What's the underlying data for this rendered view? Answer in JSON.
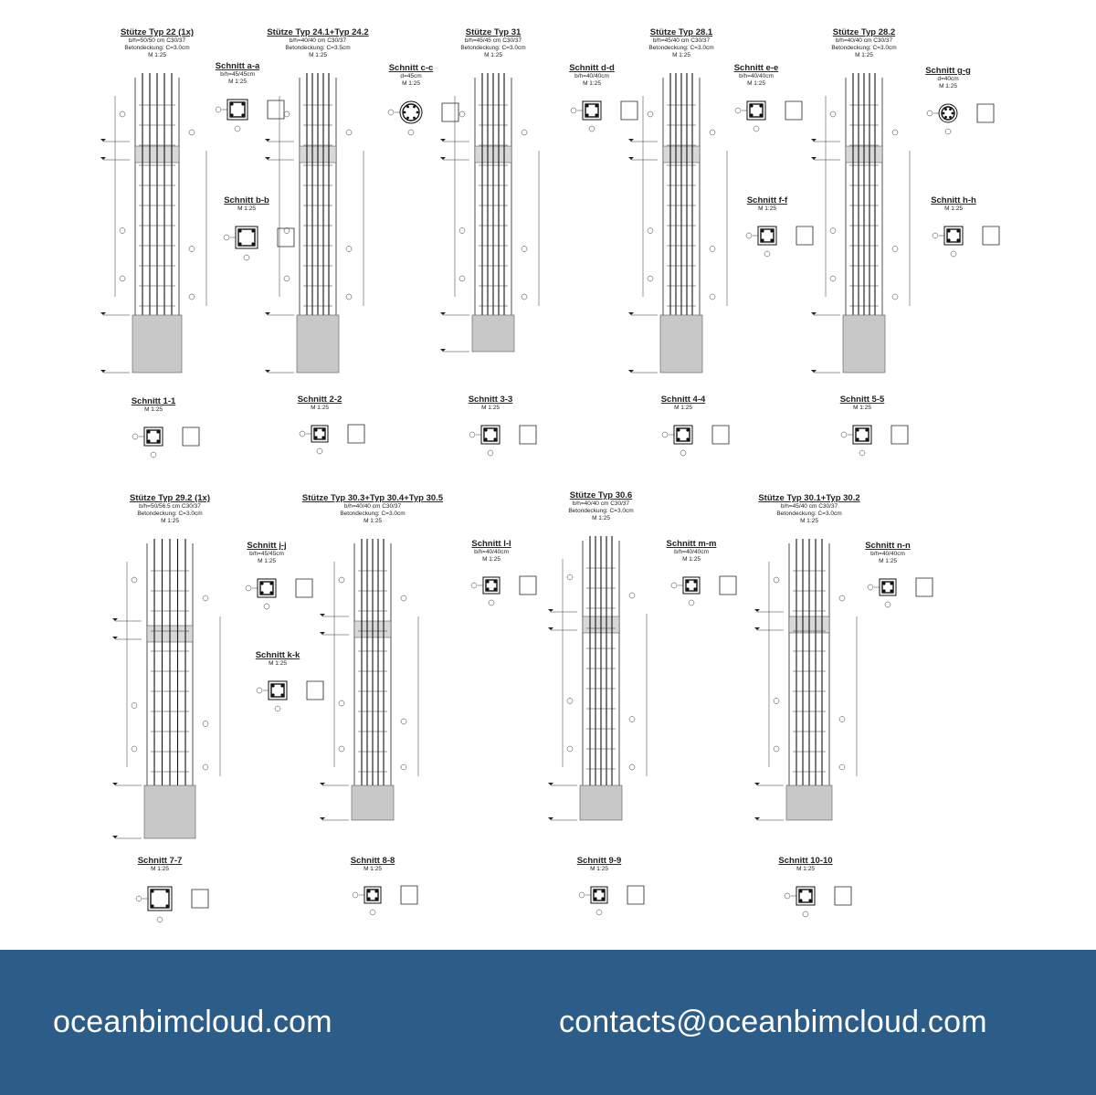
{
  "columns": [
    {
      "title": "Stütze Typ 22 (1x)",
      "lines": [
        "b/h=50/50 cm C30/37",
        "Betondeckung: C=3.0cm",
        "M 1:25"
      ]
    },
    {
      "title": "Stütze Typ 24.1+Typ 24.2",
      "lines": [
        "b/h=40/40 cm C30/37",
        "Betondeckung: C=3.5cm",
        "M 1:25"
      ]
    },
    {
      "title": "Stütze Typ 31",
      "lines": [
        "b/h=45/45 cm C30/37",
        "Betondeckung: C=3.0cm",
        "M 1:25"
      ]
    },
    {
      "title": "Stütze Typ 28.1",
      "lines": [
        "b/h=45/40 cm C30/37",
        "Betondeckung: C=3.0cm",
        "M 1:25"
      ]
    },
    {
      "title": "Stütze Typ 28.2",
      "lines": [
        "b/h=40/40 cm C30/37",
        "Betondeckung: C=3.0cm",
        "M 1:25"
      ]
    },
    {
      "title": "Stütze Typ 29.2 (1x)",
      "lines": [
        "b/h=50/56.5 cm C30/37",
        "Betondeckung: C=3.0cm",
        "M 1:25"
      ]
    },
    {
      "title": "Stütze Typ 30.3+Typ 30.4+Typ 30.5",
      "lines": [
        "b/h=40/40 cm C30/37",
        "Betondeckung: C=3.0cm",
        "M 1:25"
      ]
    },
    {
      "title": "Stütze Typ 30.6",
      "lines": [
        "b/h=40/40 cm C30/37",
        "Betondeckung: C=3.0cm",
        "M 1:25"
      ]
    },
    {
      "title": "Stütze Typ 30.1+Typ 30.2",
      "lines": [
        "b/h=45/40 cm C30/37",
        "Betondeckung: C=3.0cm",
        "M 1:25"
      ]
    }
  ],
  "sections": [
    {
      "title": "Schnitt a-a",
      "lines": [
        "b/h=45/45cm",
        "M 1:25"
      ]
    },
    {
      "title": "Schnitt b-b",
      "lines": [
        "M 1:25"
      ]
    },
    {
      "title": "Schnitt c-c",
      "lines": [
        "d=45cm",
        "M 1:25"
      ]
    },
    {
      "title": "Schnitt d-d",
      "lines": [
        "b/h=40/40cm",
        "M 1:25"
      ]
    },
    {
      "title": "Schnitt e-e",
      "lines": [
        "b/h=40/40cm",
        "M 1:25"
      ]
    },
    {
      "title": "Schnitt f-f",
      "lines": [
        "M 1:25"
      ]
    },
    {
      "title": "Schnitt g-g",
      "lines": [
        "d=40cm",
        "M 1:25"
      ]
    },
    {
      "title": "Schnitt h-h",
      "lines": [
        "M 1:25"
      ]
    },
    {
      "title": "Schnitt 1-1",
      "lines": [
        "M 1:25"
      ]
    },
    {
      "title": "Schnitt 2-2",
      "lines": [
        "M 1:25"
      ]
    },
    {
      "title": "Schnitt 3-3",
      "lines": [
        "M 1:25"
      ]
    },
    {
      "title": "Schnitt 4-4",
      "lines": [
        "M 1:25"
      ]
    },
    {
      "title": "Schnitt 5-5",
      "lines": [
        "M 1:25"
      ]
    },
    {
      "title": "Schnitt j-j",
      "lines": [
        "b/h=45/45cm",
        "M 1:25"
      ]
    },
    {
      "title": "Schnitt k-k",
      "lines": [
        "M 1:25"
      ]
    },
    {
      "title": "Schnitt l-l",
      "lines": [
        "b/h=40/40cm",
        "M 1:25"
      ]
    },
    {
      "title": "Schnitt m-m",
      "lines": [
        "b/h=40/40cm",
        "M 1:25"
      ]
    },
    {
      "title": "Schnitt n-n",
      "lines": [
        "b/h=40/40cm",
        "M 1:25"
      ]
    },
    {
      "title": "Schnitt 7-7",
      "lines": [
        "M 1:25"
      ]
    },
    {
      "title": "Schnitt 8-8",
      "lines": [
        "M 1:25"
      ]
    },
    {
      "title": "Schnitt 9-9",
      "lines": [
        "M 1:25"
      ]
    },
    {
      "title": "Schnitt 10-10",
      "lines": [
        "M 1:25"
      ]
    }
  ],
  "footer": {
    "website": "oceanbimcloud.com",
    "email": "contacts@oceanbimcloud.com",
    "background": "#2c5c88",
    "text_color": "#ffffff"
  }
}
